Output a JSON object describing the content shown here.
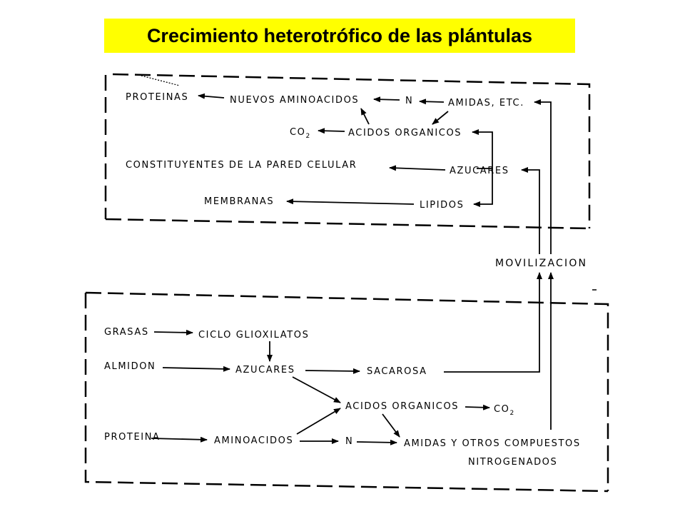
{
  "title": "Crecimiento heterotrófico de las plántulas",
  "colors": {
    "title_background": "#ffff00",
    "ink": "#000000",
    "background": "#ffffff"
  },
  "seedling": {
    "proteinas": "PROTEINAS",
    "nuevos_aminoacidos": "NUEVOS AMINOACIDOS",
    "n": "N",
    "amidas": "AMIDAS, ETC.",
    "co2": "CO",
    "co2_sub": "2",
    "acidos_organicos": "ACIDOS ORGANICOS",
    "pared_celular": "CONSTITUYENTES DE LA PARED CELULAR",
    "azucares": "AZUCARES",
    "membranas": "MEMBRANAS",
    "lipidos": "LIPIDOS"
  },
  "movilizacion": "MOVILIZACION",
  "reserve": {
    "grasas": "GRASAS",
    "ciclo_glioxilatos": "CICLO GLIOXILATOS",
    "almidon": "ALMIDON",
    "azucares": "AZUCARES",
    "sacarosa": "SACAROSA",
    "acidos_organicos": "ACIDOS ORGANICOS",
    "co2": "CO",
    "co2_sub": "2",
    "proteina": "PROTEINA",
    "aminoacidos": "AMINOACIDOS",
    "n": "N",
    "amidas_line1": "AMIDAS Y OTROS COMPUESTOS",
    "amidas_line2": "NITROGENADOS"
  }
}
